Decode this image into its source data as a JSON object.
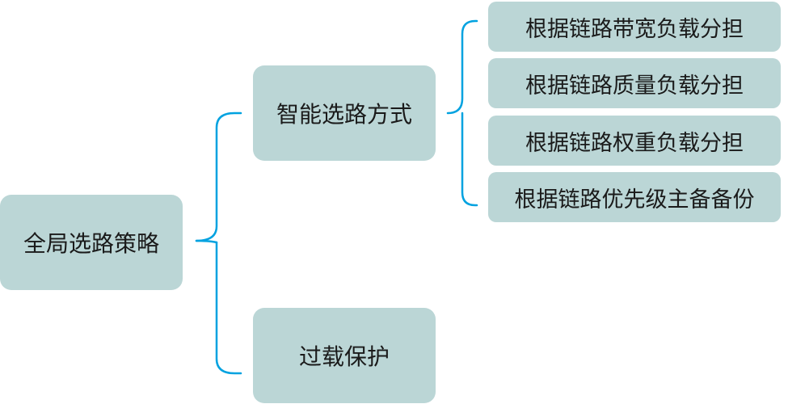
{
  "root": {
    "label": "全局选路策略"
  },
  "branches": [
    {
      "label": "智能选路方式",
      "children": [
        {
          "label": "根据链路带宽负载分担"
        },
        {
          "label": "根据链路质量负载分担"
        },
        {
          "label": "根据链路权重负载分担"
        },
        {
          "label": "根据链路优先级主备备份"
        }
      ]
    },
    {
      "label": "过载保护",
      "children": []
    }
  ],
  "colors": {
    "node_fill": "#bbd6d6",
    "connector": "#00a2e0",
    "text": "#1a1a1a"
  }
}
